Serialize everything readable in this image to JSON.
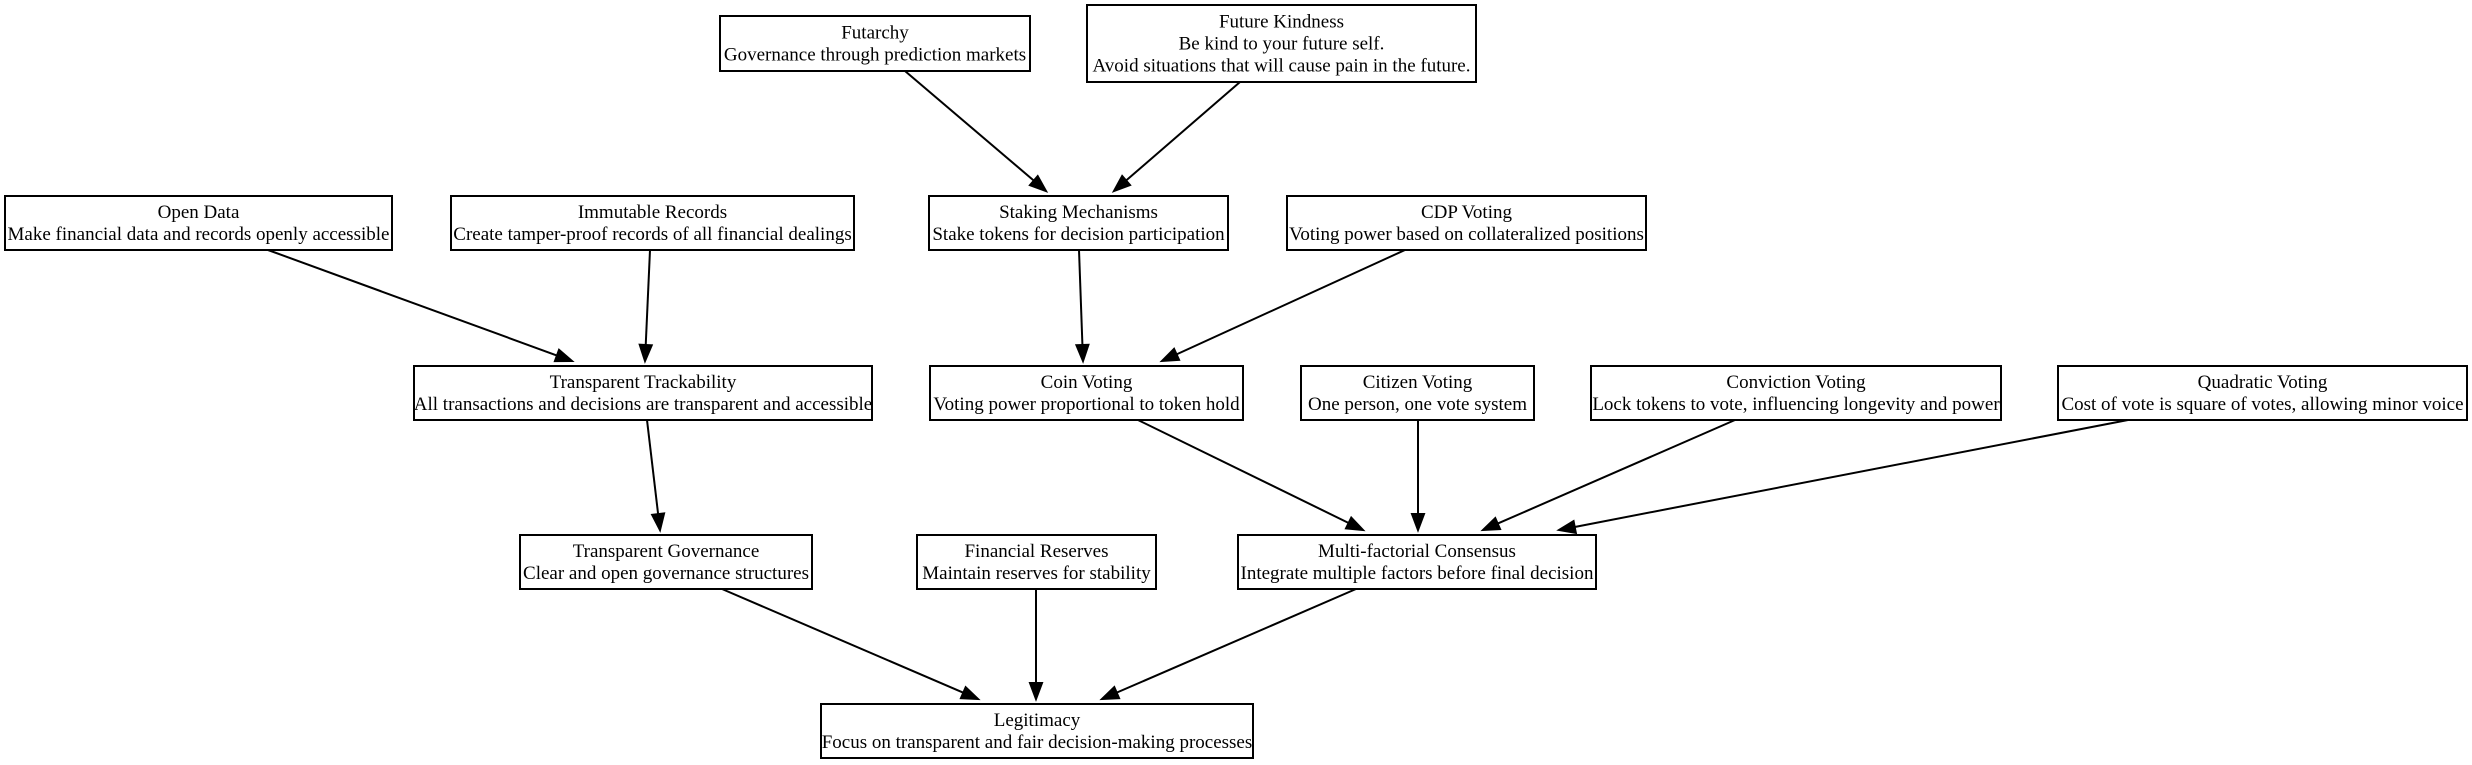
{
  "nodes": {
    "futarchy": {
      "title": "Futarchy",
      "lines": [
        "Governance through prediction markets"
      ]
    },
    "future_kindness": {
      "title": "Future Kindness",
      "lines": [
        "Be kind to your future self.",
        "Avoid situations that will cause pain in the future."
      ]
    },
    "open_data": {
      "title": "Open Data",
      "lines": [
        "Make financial data and records openly accessible"
      ]
    },
    "immutable_records": {
      "title": "Immutable Records",
      "lines": [
        "Create tamper-proof records of all financial dealings"
      ]
    },
    "staking_mechanisms": {
      "title": "Staking Mechanisms",
      "lines": [
        "Stake tokens for decision participation"
      ]
    },
    "cdp_voting": {
      "title": "CDP Voting",
      "lines": [
        "Voting power based on collateralized positions"
      ]
    },
    "transparent_trackability": {
      "title": "Transparent Trackability",
      "lines": [
        "All transactions and decisions are transparent and accessible"
      ]
    },
    "coin_voting": {
      "title": "Coin Voting",
      "lines": [
        "Voting power proportional to token hold"
      ]
    },
    "citizen_voting": {
      "title": "Citizen Voting",
      "lines": [
        "One person, one vote system"
      ]
    },
    "conviction_voting": {
      "title": "Conviction Voting",
      "lines": [
        "Lock tokens to vote, influencing longevity and power"
      ]
    },
    "quadratic_voting": {
      "title": "Quadratic Voting",
      "lines": [
        "Cost of vote is square of votes, allowing minor voice"
      ]
    },
    "transparent_governance": {
      "title": "Transparent Governance",
      "lines": [
        "Clear and open governance structures"
      ]
    },
    "financial_reserves": {
      "title": "Financial Reserves",
      "lines": [
        "Maintain reserves for stability"
      ]
    },
    "multifactorial_consensus": {
      "title": "Multi-factorial Consensus",
      "lines": [
        "Integrate multiple factors before final decision"
      ]
    },
    "legitimacy": {
      "title": "Legitimacy",
      "lines": [
        "Focus on transparent and fair decision-making processes"
      ]
    }
  },
  "edges": [
    {
      "from": "futarchy",
      "to": "staking_mechanisms"
    },
    {
      "from": "future_kindness",
      "to": "staking_mechanisms"
    },
    {
      "from": "open_data",
      "to": "transparent_trackability"
    },
    {
      "from": "immutable_records",
      "to": "transparent_trackability"
    },
    {
      "from": "staking_mechanisms",
      "to": "coin_voting"
    },
    {
      "from": "cdp_voting",
      "to": "coin_voting"
    },
    {
      "from": "transparent_trackability",
      "to": "transparent_governance"
    },
    {
      "from": "coin_voting",
      "to": "multifactorial_consensus"
    },
    {
      "from": "citizen_voting",
      "to": "multifactorial_consensus"
    },
    {
      "from": "conviction_voting",
      "to": "multifactorial_consensus"
    },
    {
      "from": "quadratic_voting",
      "to": "multifactorial_consensus"
    },
    {
      "from": "transparent_governance",
      "to": "legitimacy"
    },
    {
      "from": "financial_reserves",
      "to": "legitimacy"
    },
    {
      "from": "multifactorial_consensus",
      "to": "legitimacy"
    }
  ]
}
